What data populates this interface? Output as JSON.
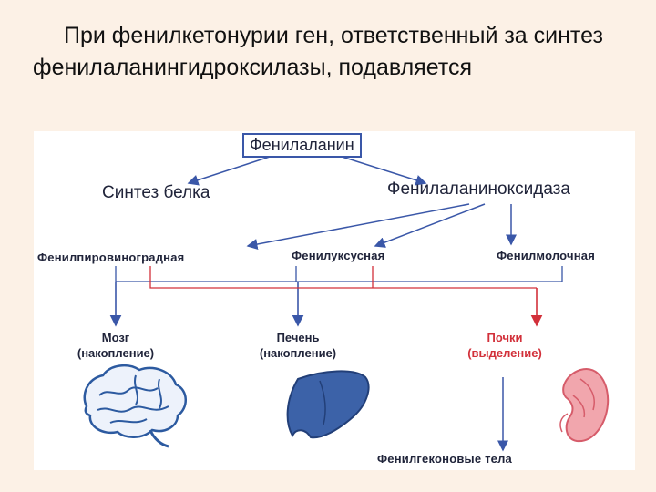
{
  "slide": {
    "heading": "При фенилкетонурии ген, ответственный за синтез фенилаланингидроксилазы, подавляется"
  },
  "diagram": {
    "root": "Фенилаланин",
    "branch_left": "Синтез белка",
    "branch_right": "Фенилаланиноксидаза",
    "products": [
      "Фенилпировиноградная",
      "Фенилуксусная",
      "Фенилмолочная"
    ],
    "organs": [
      {
        "name": "Мозг",
        "note": "(накопление)",
        "icon": "brain-icon"
      },
      {
        "name": "Печень",
        "note": "(накопление)",
        "icon": "liver-icon"
      },
      {
        "name": "Почки",
        "note": "(выделение)",
        "icon": "kidney-icon"
      }
    ],
    "bottom": "Фенилгеконовые тела"
  },
  "colors": {
    "arrow_blue": "#3a57a8",
    "link_red": "#d2303a",
    "organ_brain": "#2c5aa0",
    "organ_liver": "#3c62a8",
    "organ_kidney": "#e0707a"
  }
}
